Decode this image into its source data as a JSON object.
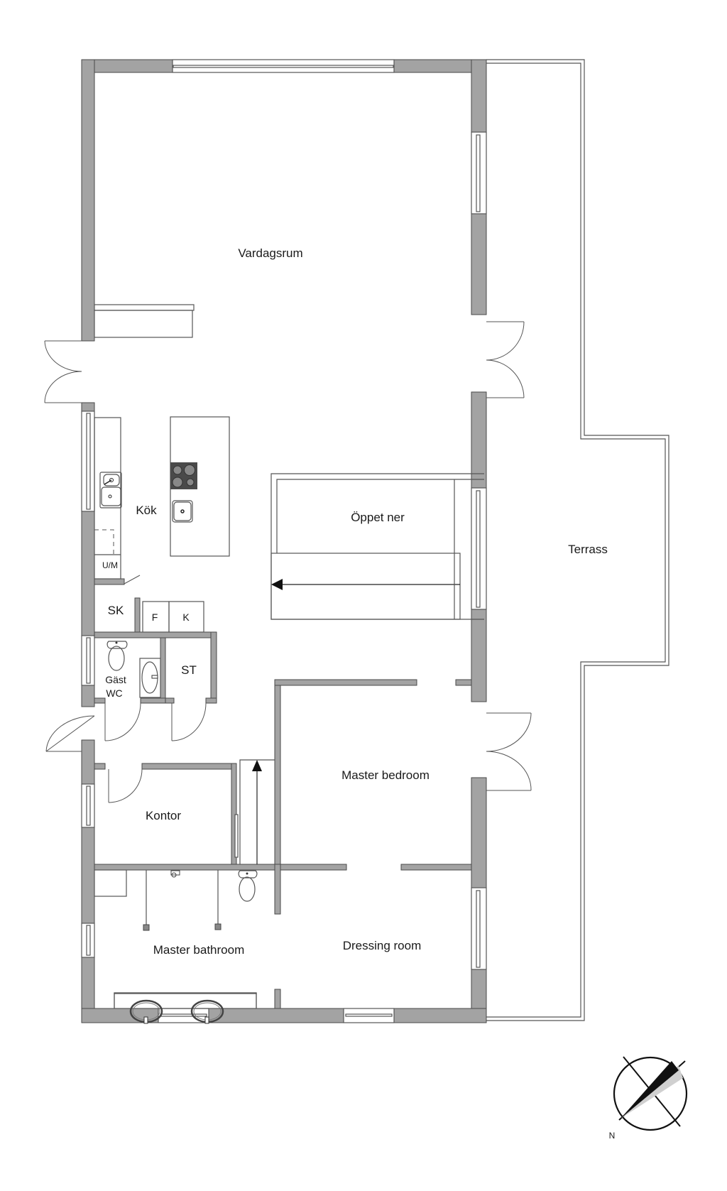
{
  "plan": {
    "colors": {
      "wall": "#a3a3a3",
      "line": "#555555",
      "background": "#ffffff",
      "stove": "#4a4a4a"
    },
    "rooms": {
      "vardagsrum": "Vardagsrum",
      "kok": "Kök",
      "oppet_ner": "Öppet ner",
      "terrass": "Terrass",
      "um": "U/M",
      "sk": "SK",
      "f": "F",
      "k": "K",
      "gast_wc_line1": "Gäst",
      "gast_wc_line2": "WC",
      "st": "ST",
      "kontor": "Kontor",
      "master_bedroom": "Master bedroom",
      "master_bathroom": "Master bathroom",
      "dressing_room": "Dressing room"
    },
    "compass": {
      "north_label": "N",
      "icon": "compass-rose-icon"
    }
  }
}
